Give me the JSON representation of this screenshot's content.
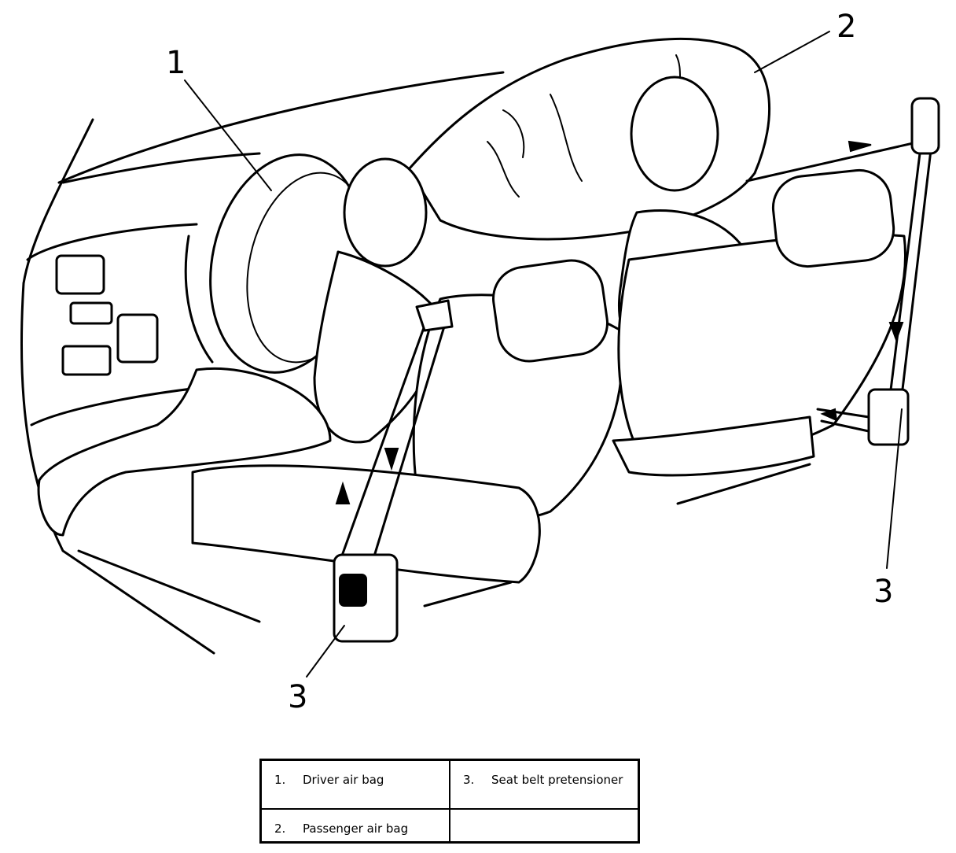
{
  "callouts": [
    {
      "id": "1",
      "text": "1"
    },
    {
      "id": "2",
      "text": "2"
    },
    {
      "id": "3a",
      "text": "3"
    },
    {
      "id": "3b",
      "text": "3"
    }
  ],
  "legend": [
    {
      "number": "1.",
      "label": "Driver air bag"
    },
    {
      "number": "3.",
      "label": "Seat belt pretensioner"
    },
    {
      "number": "2.",
      "label": "Passenger air bag"
    },
    {
      "number": "",
      "label": ""
    }
  ]
}
